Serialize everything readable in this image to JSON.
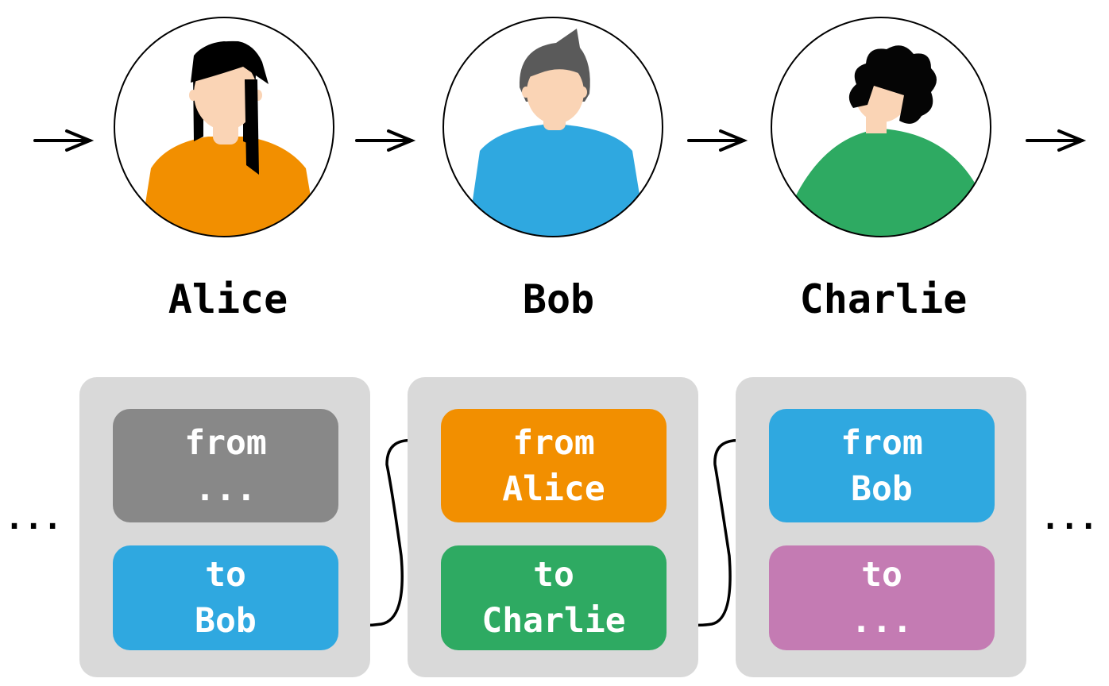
{
  "people": [
    {
      "name": "Alice",
      "shirt_color": "#f28f00",
      "hair_color": "#000000",
      "hair_style": "long-straight"
    },
    {
      "name": "Bob",
      "shirt_color": "#2fa8e0",
      "hair_color": "#5a5a5a",
      "hair_style": "short-tuft"
    },
    {
      "name": "Charlie",
      "shirt_color": "#2eaa62",
      "hair_color": "#050505",
      "hair_style": "curly"
    }
  ],
  "cards": [
    {
      "from": {
        "line1": "from",
        "line2": "...",
        "color": "#888888"
      },
      "to": {
        "line1": "to",
        "line2": "Bob",
        "color": "#2fa8e0"
      }
    },
    {
      "from": {
        "line1": "from",
        "line2": "Alice",
        "color": "#f28f00"
      },
      "to": {
        "line1": "to",
        "line2": "Charlie",
        "color": "#2eaa62"
      }
    },
    {
      "from": {
        "line1": "from",
        "line2": "Bob",
        "color": "#2fa8e0"
      },
      "to": {
        "line1": "to",
        "line2": "...",
        "color": "#c47bb3"
      }
    }
  ],
  "ellipsis_left": "...",
  "ellipsis_right": "...",
  "colors": {
    "card_bg": "#d9d9d9",
    "skin": "#fad4b5",
    "line": "#000000"
  }
}
